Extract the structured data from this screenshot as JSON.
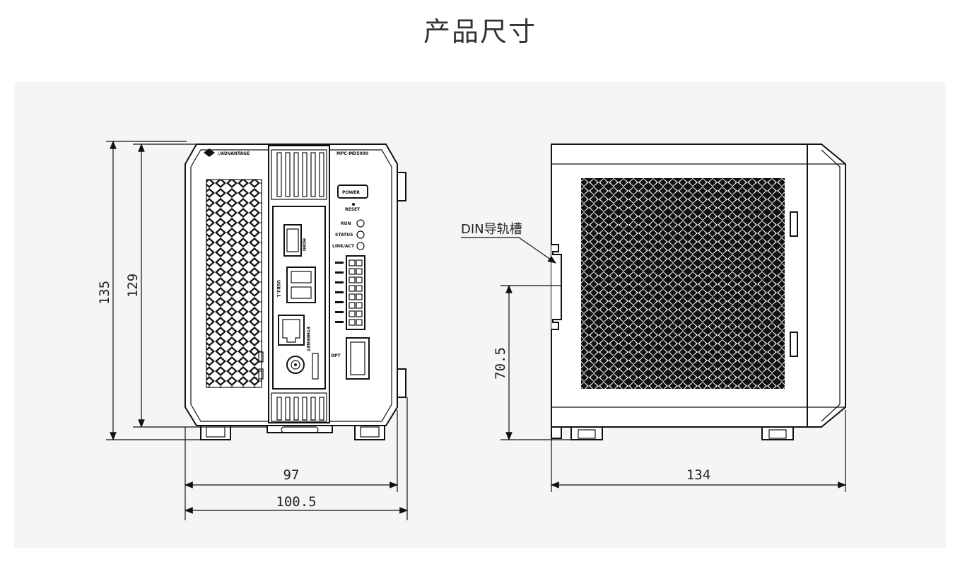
{
  "page": {
    "title": "产品尺寸"
  },
  "drawing": {
    "front_view": {
      "brand_text": "//ADVANTAGE",
      "model_text": "MPC-MD5000",
      "port_labels": [
        "POWER",
        "HDMI",
        "USB3.1",
        "ETHERNET",
        "RESET",
        "RUN",
        "STATUS",
        "LINK/ACT",
        "OPT"
      ],
      "dimensions": {
        "height_outer": "135",
        "height_inner": "129",
        "width_inner": "97",
        "width_outer": "100.5"
      }
    },
    "side_view": {
      "din_rail_label": "DIN导轨槽",
      "dimensions": {
        "rail_height": "70.5",
        "depth": "134"
      }
    }
  },
  "colors": {
    "background": "#ffffff",
    "panel": "#f5f5f5",
    "line": "#111111",
    "title": "#333333"
  }
}
